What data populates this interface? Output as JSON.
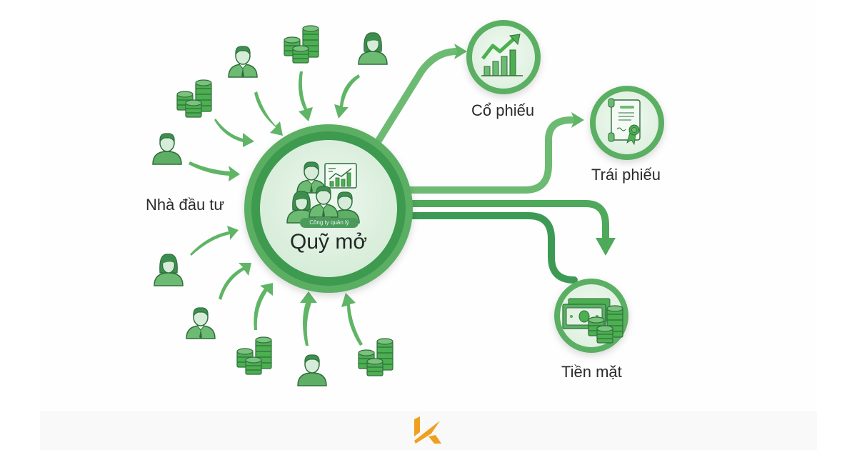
{
  "diagram": {
    "center": {
      "title": "Quỹ mở",
      "badge": "Công ty quản lý",
      "icon": "team-with-chart-icon"
    },
    "inputs": {
      "label": "Nhà đầu tư",
      "items": [
        {
          "type": "person-male-tie"
        },
        {
          "type": "coin-stacks"
        },
        {
          "type": "person-female"
        },
        {
          "type": "coin-stacks"
        },
        {
          "type": "person-male"
        },
        {
          "type": "person-female"
        },
        {
          "type": "person-male-tie"
        },
        {
          "type": "coin-stacks"
        },
        {
          "type": "person-male"
        },
        {
          "type": "coin-stacks"
        }
      ]
    },
    "outputs": [
      {
        "label": "Cổ phiếu",
        "icon": "stock-chart-icon"
      },
      {
        "label": "Trái phiếu",
        "icon": "bond-certificate-icon"
      },
      {
        "label": "Tiền mặt",
        "icon": "cash-coins-icon"
      }
    ]
  },
  "colors": {
    "primary_green": "#4caf50",
    "dark_green": "#3d8f4f",
    "light_green": "#6dbb72",
    "pale_green": "#e4f2e5",
    "text": "#2b2b2b",
    "logo_orange": "#f0a020"
  },
  "footer": {
    "logo": "k-logo"
  }
}
